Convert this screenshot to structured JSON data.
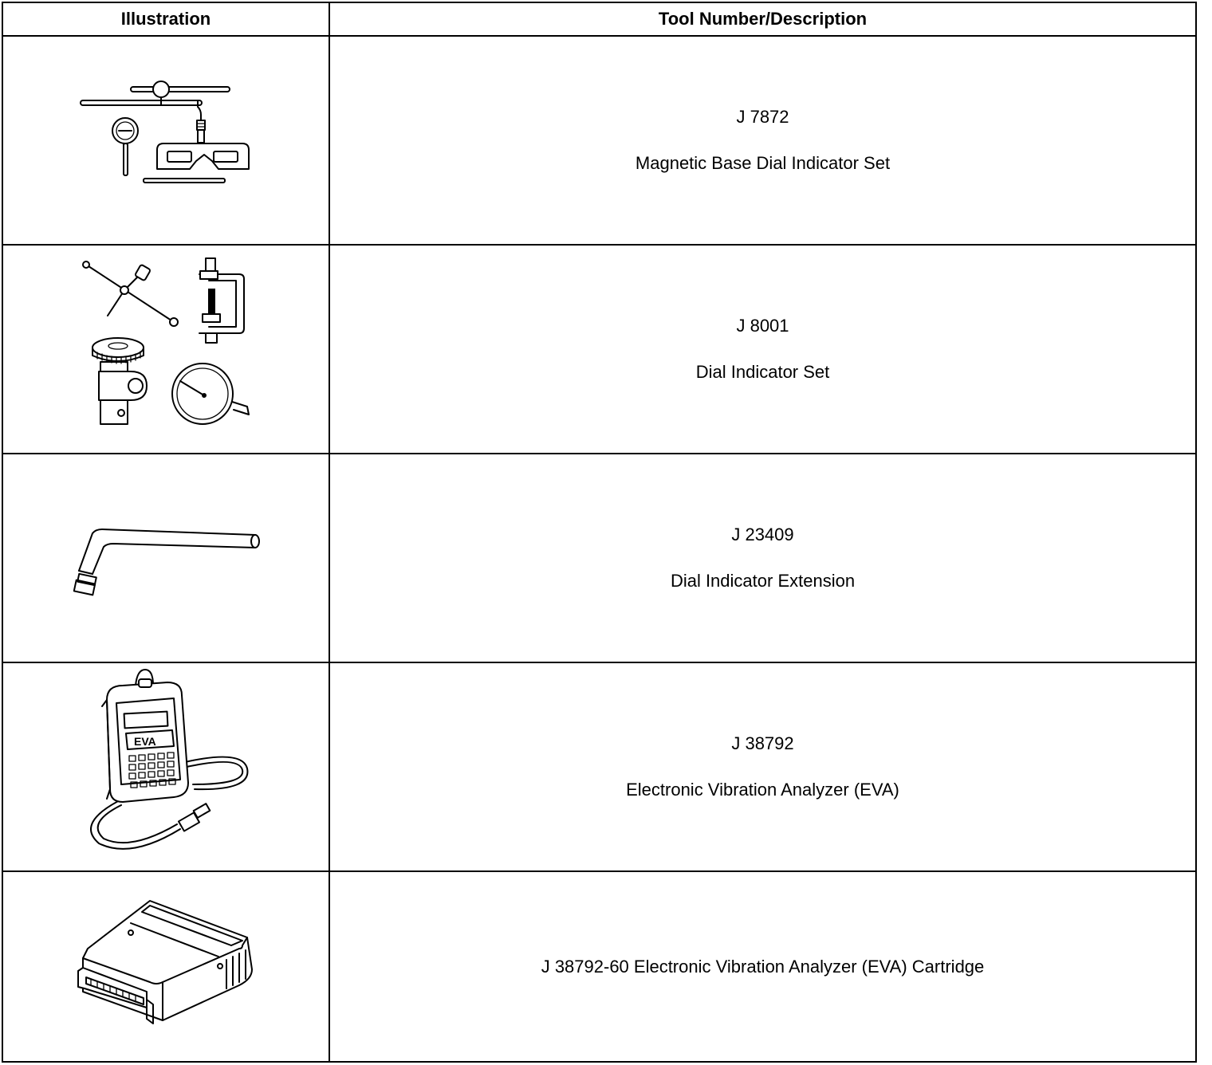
{
  "table": {
    "headers": {
      "illustration": "Illustration",
      "description": "Tool Number/Description"
    },
    "rows": [
      {
        "tool_number": "J 7872",
        "description": "Magnetic Base Dial Indicator Set",
        "illustration_icon": "magnetic-base-dial-indicator-set-icon"
      },
      {
        "tool_number": "J 8001",
        "description": "Dial Indicator Set",
        "illustration_icon": "dial-indicator-set-icon"
      },
      {
        "tool_number": "J 23409",
        "description": "Dial Indicator Extension",
        "illustration_icon": "dial-indicator-extension-icon"
      },
      {
        "tool_number": "J 38792",
        "description": "Electronic Vibration Analyzer (EVA)",
        "illustration_icon": "electronic-vibration-analyzer-icon"
      },
      {
        "tool_number": "J 38792-60 Electronic Vibration Analyzer (EVA) Cartridge",
        "description": "",
        "illustration_icon": "eva-cartridge-icon"
      }
    ]
  }
}
